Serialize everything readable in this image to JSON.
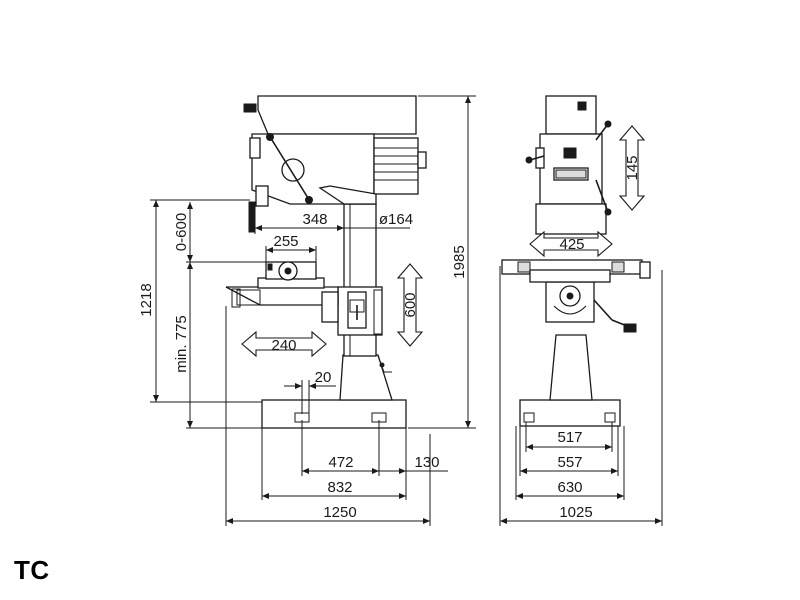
{
  "model": "TC",
  "front_view": {
    "dimensions": {
      "total_height": "1985",
      "table_height": "1218",
      "head_travel": "0-600",
      "min_table_to_base": "min. 775",
      "throat": "348",
      "column_diameter": "ø164",
      "vice_width": "255",
      "table_travel_x": "240",
      "table_travel_z": "600",
      "slot_width": "20",
      "base_holes_distance": "472",
      "base_offset": "130",
      "base_length": "832",
      "overall_length": "1250"
    }
  },
  "side_view": {
    "dimensions": {
      "head_travel": "145",
      "table_width": "425",
      "base_holes_distance": "517",
      "base_width_inner": "557",
      "base_width": "630",
      "overall_width": "1025"
    }
  }
}
